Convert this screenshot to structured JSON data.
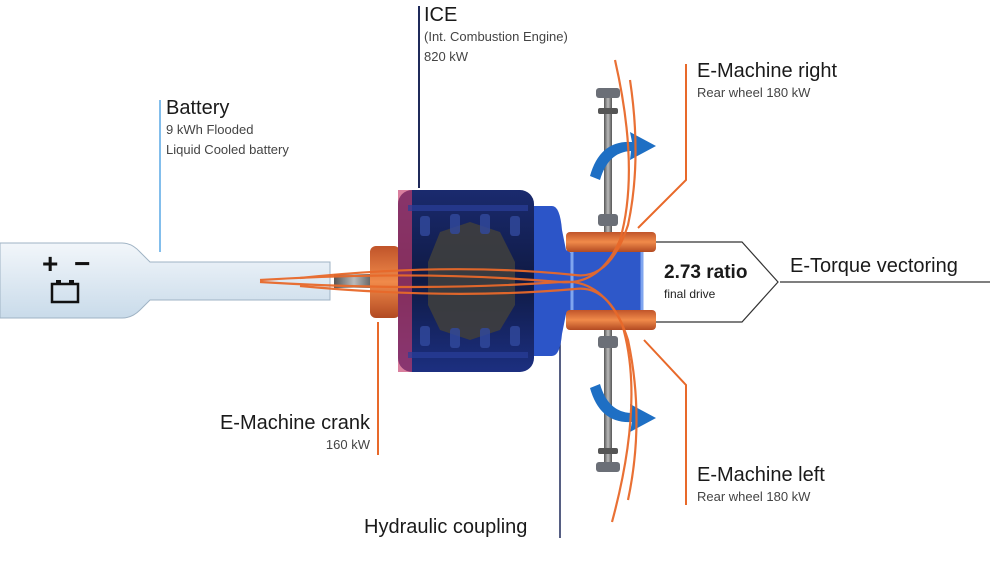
{
  "battery": {
    "title": "Battery",
    "line1": "9 kWh Flooded",
    "line2": "Liquid Cooled battery",
    "plus_minus": "+ −"
  },
  "ice": {
    "title": "ICE",
    "line1": "(Int. Combustion Engine)",
    "line2": "820 kW"
  },
  "emachine_right": {
    "title": "E-Machine right",
    "line1": "Rear wheel 180 kW"
  },
  "emachine_left": {
    "title": "E-Machine left",
    "line1": "Rear wheel 180 kW"
  },
  "emachine_crank": {
    "title": "E-Machine crank",
    "line1": "160 kW"
  },
  "hydraulic": {
    "title": "Hydraulic coupling"
  },
  "final_drive": {
    "ratio": "2.73 ratio",
    "label": "final drive"
  },
  "torque": {
    "title": "E-Torque vectoring"
  },
  "colors": {
    "blue_line": "#5aa9e6",
    "navy_line": "#1f2a5a",
    "orange_line": "#e8692a",
    "engine_blue": "#1b2f7a",
    "arrow_blue": "#1e6fc4"
  }
}
